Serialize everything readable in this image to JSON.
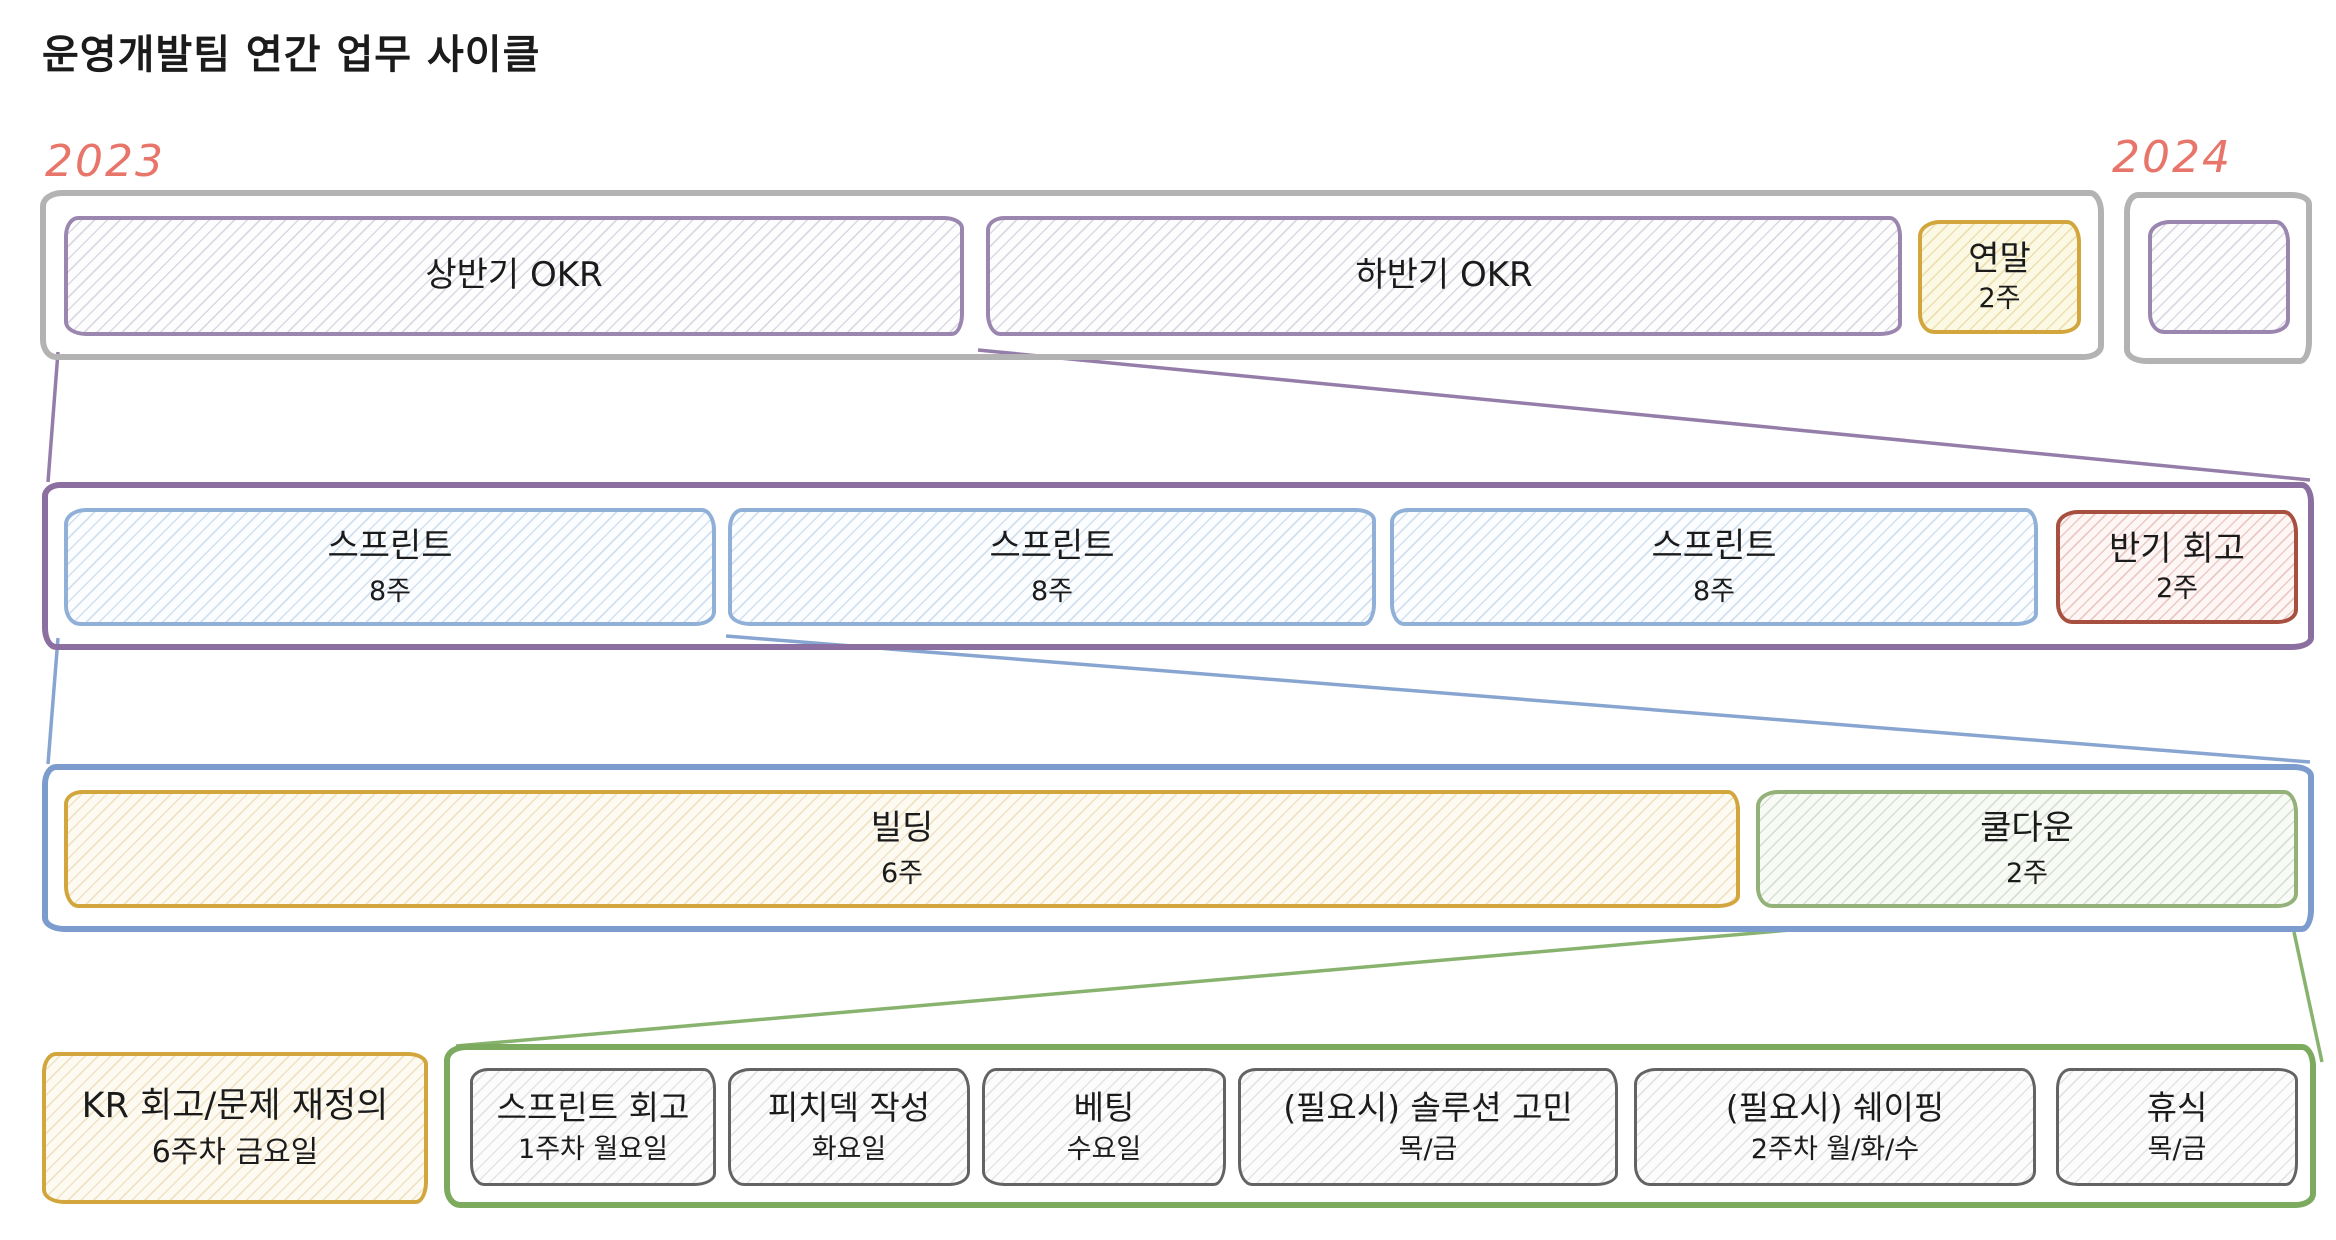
{
  "title": "운영개발팀 연간 업무 사이클",
  "years": {
    "current": "2023",
    "next": "2024"
  },
  "colors": {
    "year_label": "#e8756a",
    "outer_gray": "#b3b3b3",
    "outer_purple": "#8a6fa0",
    "outer_blue": "#7b9ccc",
    "outer_green": "#7cab5f",
    "okr_purple": "#9a86ae",
    "sprint_blue": "#90b0d8",
    "retro_red": "#a8503f",
    "gold": "#d2a63c",
    "cooldown_green": "#93b178",
    "inner_gray": "#636363"
  },
  "year_row": {
    "first_half": {
      "label": "상반기 OKR",
      "sublabel": ""
    },
    "second_half": {
      "label": "하반기 OKR",
      "sublabel": ""
    },
    "year_end": {
      "label": "연말",
      "sublabel": "2주"
    }
  },
  "half_row": {
    "sprint1": {
      "label": "스프린트",
      "sublabel": "8주"
    },
    "sprint2": {
      "label": "스프린트",
      "sublabel": "8주"
    },
    "sprint3": {
      "label": "스프린트",
      "sublabel": "8주"
    },
    "half_retro": {
      "label": "반기 회고",
      "sublabel": "2주"
    }
  },
  "sprint_row": {
    "building": {
      "label": "빌딩",
      "sublabel": "6주"
    },
    "cooldown": {
      "label": "쿨다운",
      "sublabel": "2주"
    }
  },
  "week_row": {
    "kr_retro": {
      "label": "KR 회고/문제 재정의",
      "sublabel": "6주차 금요일"
    },
    "sprint_retro": {
      "label": "스프린트 회고",
      "sublabel": "1주차 월요일"
    },
    "pitch_deck": {
      "label": "피치덱 작성",
      "sublabel": "화요일"
    },
    "betting": {
      "label": "베팅",
      "sublabel": "수요일"
    },
    "solution": {
      "label": "(필요시) 솔루션 고민",
      "sublabel": "목/금"
    },
    "shaping": {
      "label": "(필요시) 쉐이핑",
      "sublabel": "2주차 월/화/수"
    },
    "rest": {
      "label": "휴식",
      "sublabel": "목/금"
    }
  }
}
